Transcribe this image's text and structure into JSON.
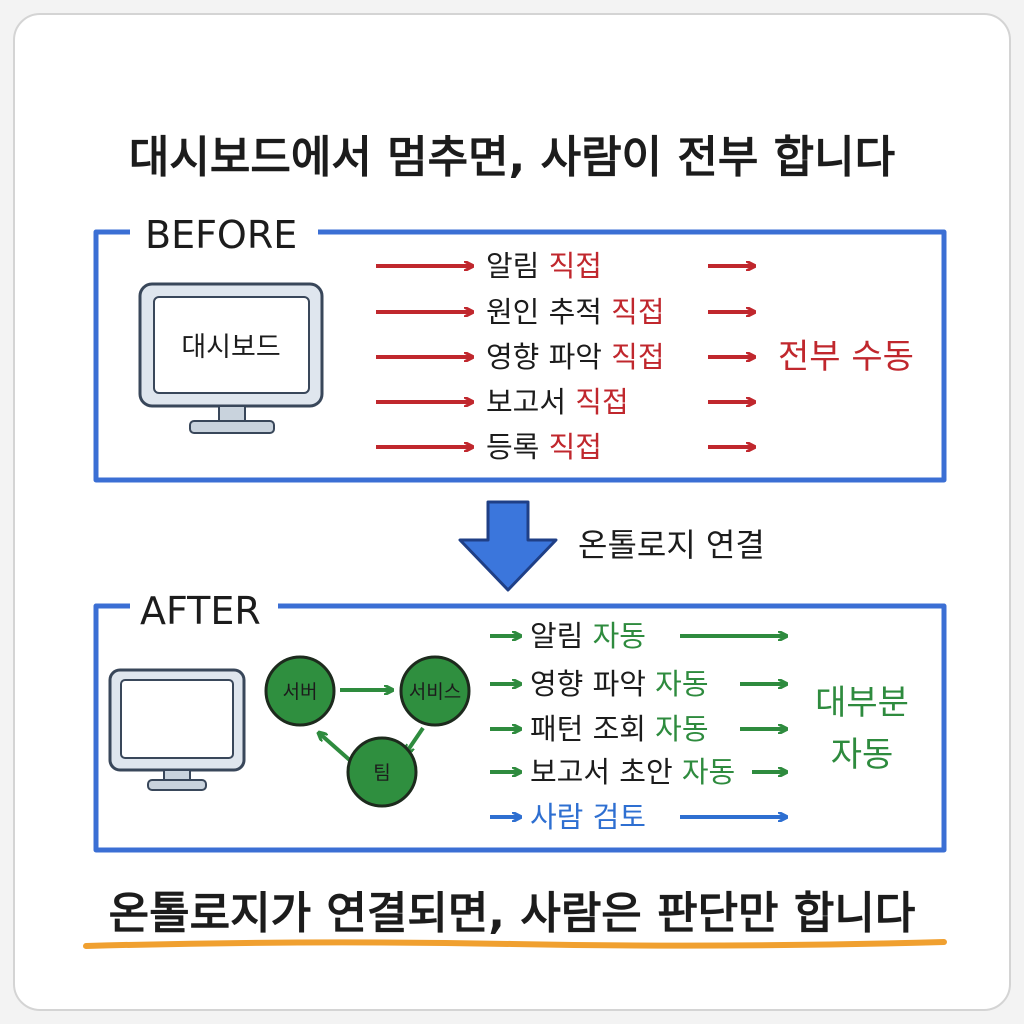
{
  "title": "대시보드에서 멈추면, 사람이 전부 합니다",
  "before": {
    "label": "BEFORE",
    "monitor_label": "대시보드",
    "rows": [
      {
        "text": "알림",
        "tag": "직접"
      },
      {
        "text": "원인 추적",
        "tag": "직접"
      },
      {
        "text": "영향 파악",
        "tag": "직접"
      },
      {
        "text": "보고서",
        "tag": "직접"
      },
      {
        "text": "등록",
        "tag": "직접"
      }
    ],
    "result": "전부 수동"
  },
  "transition": {
    "label": "온톨로지 연결",
    "icon": "down-arrow-icon"
  },
  "after": {
    "label": "AFTER",
    "nodes": {
      "server": "서버",
      "service": "서비스",
      "team": "팀"
    },
    "rows": [
      {
        "text": "알림",
        "tag": "자동"
      },
      {
        "text": "영향 파악",
        "tag": "자동"
      },
      {
        "text": "패턴 조회",
        "tag": "자동"
      },
      {
        "text": "보고서 초안",
        "tag": "자동"
      },
      {
        "text": "사람 검토",
        "tag": ""
      }
    ],
    "result_line1": "대부분",
    "result_line2": "자동"
  },
  "footer": "온톨로지가 연결되면, 사람은 판단만 합니다",
  "colors": {
    "frame_blue": "#3b6fd4",
    "red": "#c0272d",
    "green": "#2e8b3e",
    "human_blue": "#2e6fd1",
    "node_green": "#2f8f3f",
    "underline_orange": "#f0a030"
  }
}
